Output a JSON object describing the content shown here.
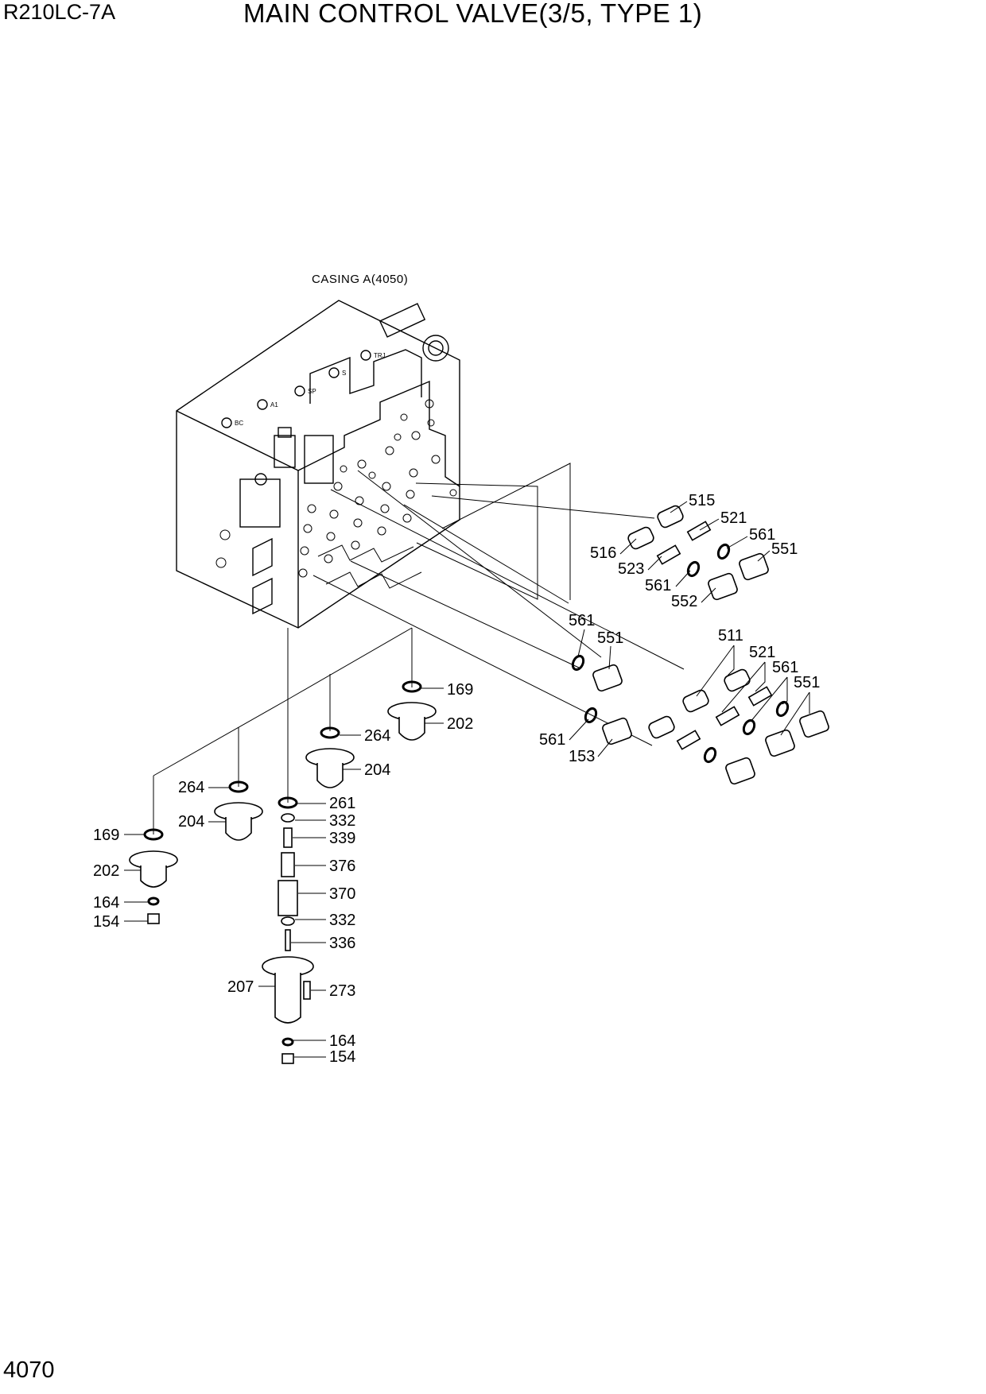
{
  "header": {
    "model": "R210LC-7A",
    "title": "MAIN CONTROL VALVE(3/5, TYPE 1)"
  },
  "footer": {
    "page_number": "4070"
  },
  "casing_label": "CASING A(4050)",
  "port_marks": [
    "TRJ",
    "S",
    "SP",
    "A1",
    "BC"
  ],
  "callouts": [
    "515",
    "521",
    "561",
    "551",
    "516",
    "523",
    "561",
    "552",
    "561",
    "551",
    "511",
    "521",
    "561",
    "551",
    "561",
    "153",
    "169",
    "202",
    "264",
    "204",
    "264",
    "204",
    "261",
    "332",
    "339",
    "376",
    "370",
    "332",
    "336",
    "207",
    "273",
    "164",
    "154",
    "169",
    "202",
    "164",
    "154"
  ]
}
